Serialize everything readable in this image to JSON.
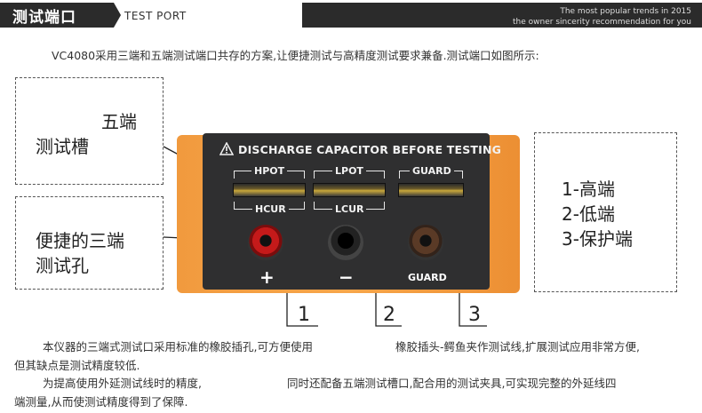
{
  "header": {
    "title": "测试端口",
    "subtitle": "TEST PORT",
    "tagline_1": "The most popular trends in 2015",
    "tagline_2": "the owner sincerity recommendation for you"
  },
  "intro": "VC4080采用三端和五端测试端口共存的方案,让便捷测试与高精度测试要求兼备.测试端口如图所示:",
  "labels": {
    "five_line1": "五端",
    "five_line2": "测试槽",
    "three_line1": "便捷的三端",
    "three_line2": "测试孔",
    "right": [
      "1-高端",
      "2-低端",
      "3-保护端"
    ]
  },
  "device": {
    "warning": "DISCHARGE CAPACITOR BEFORE TESTING",
    "hpot": "HPOT",
    "lpot": "LPOT",
    "guard_top": "GUARD",
    "hcur": "HCUR",
    "lcur": "LCUR",
    "plus": "+",
    "minus": "−",
    "guard_bottom": "GUARD"
  },
  "callouts": [
    "1",
    "2",
    "3"
  ],
  "paragraphs": {
    "p1_a": "本仪器的三端式测试口采用标准的橡胶插孔,可方便使用",
    "p1_b": "橡胶插头-鳄鱼夹作测试线,扩展测试应用非常方便,",
    "p1_c": "但其缺点是测试精度较低.",
    "p2_a": "为提高使用外延测试线时的精度,",
    "p2_b": "同时还配备五端测试槽口,配合用的测试夹具,可实现完整的外延线四",
    "p2_c": "端测量,从而使测试精度得到了保障."
  },
  "colors": {
    "header_bg": "#2b2b2b",
    "device_orange": "#f19a3e",
    "device_panel": "#2f2f30"
  }
}
